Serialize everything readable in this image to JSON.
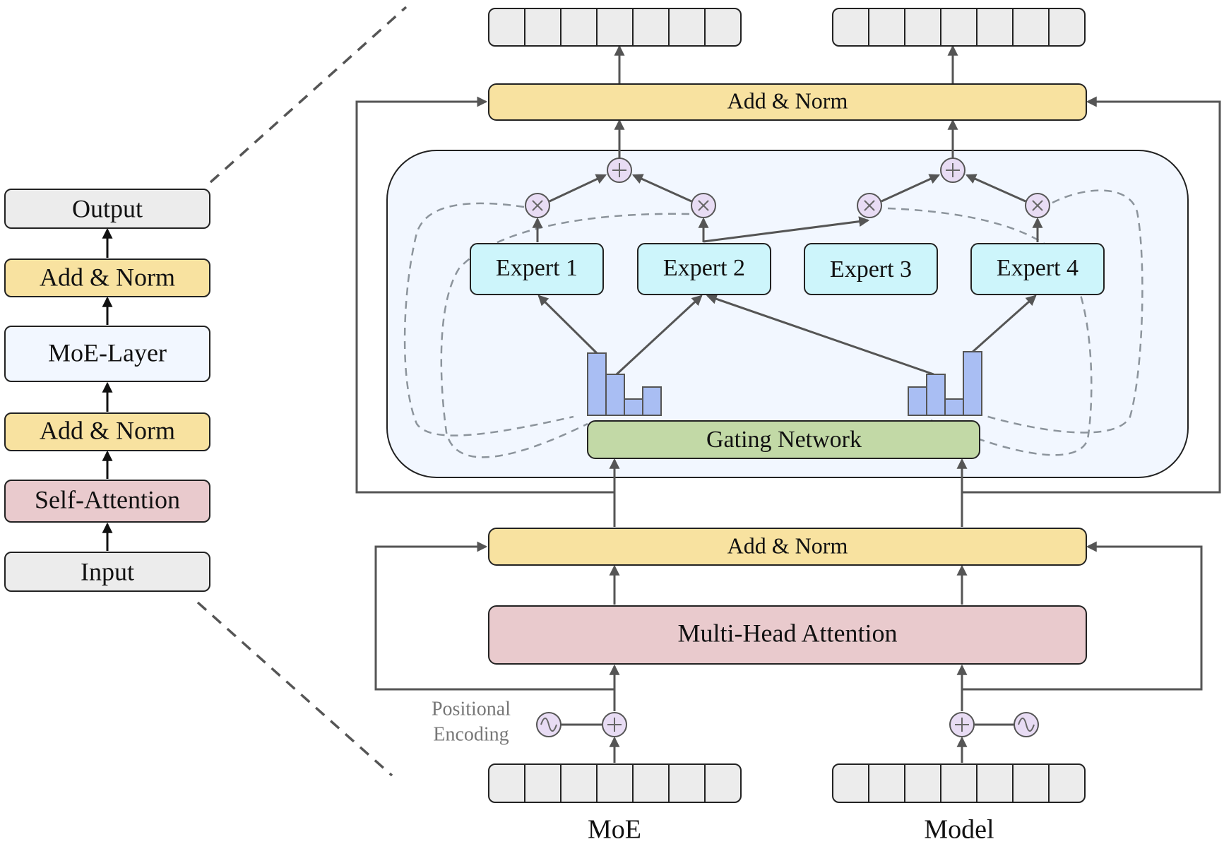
{
  "left_stack": {
    "output": "Output",
    "add_norm_top": "Add & Norm",
    "moe_layer": "MoE-Layer",
    "add_norm_bottom": "Add & Norm",
    "self_attention": "Self-Attention",
    "input": "Input"
  },
  "detail": {
    "add_norm_top": "Add & Norm",
    "add_norm_bottom": "Add & Norm",
    "experts": [
      "Expert 1",
      "Expert 2",
      "Expert 3",
      "Expert 4"
    ],
    "gating_network": "Gating Network",
    "multi_head_attention": "Multi-Head Attention",
    "positional_encoding_line1": "Positional",
    "positional_encoding_line2": "Encoding",
    "token_label_left": "MoE",
    "token_label_right": "Model"
  },
  "colors": {
    "gray_box": "#ececec",
    "yellow_box": "#f8e2a0",
    "moe_box": "#f2f7ff",
    "pink_box": "#e9cacd",
    "cyan_box": "#cdf5fb",
    "green_box": "#c2d9a6",
    "operator": "#e8dcf4",
    "histogram_bar": "#a9bef3"
  },
  "icons": {
    "multiply": "circled-times-icon",
    "add": "circled-plus-icon",
    "sine": "sine-wave-icon",
    "arrow": "arrow-up-icon"
  }
}
